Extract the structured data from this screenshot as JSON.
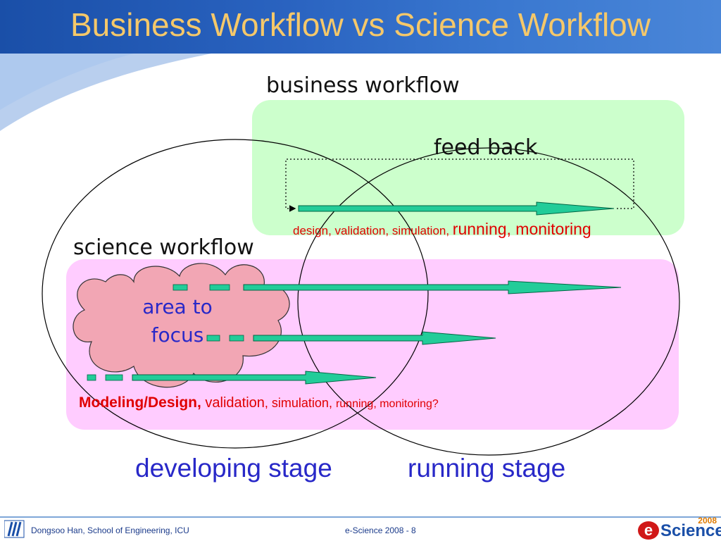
{
  "slide": {
    "title": "Business Workflow vs Science Workflow"
  },
  "diagram": {
    "business_label": "business workflow",
    "feedback_label": "feed back",
    "business_line": {
      "part1": "design, validation, simulation, ",
      "part2": "running, monitoring"
    },
    "science_label": "science workflow",
    "focus_label": "area to focus",
    "science_line": {
      "part1": "Modeling/Design,",
      "part2": " validation",
      "part3": ", simulation, ",
      "part4": "running, monitoring?"
    },
    "developing_stage": "developing stage",
    "running_stage": "running stage"
  },
  "footer": {
    "author": "Dongsoo Han, School of Engineering, ICU",
    "page": "e-Science  2008 - 8",
    "brand_year": "2008",
    "brand_letter": "e",
    "brand_word": "Science"
  },
  "colors": {
    "title_bar": "#1a4fa8",
    "title_text": "#f5c86a",
    "business_box": "#ccffcc",
    "science_box": "#ffccff",
    "arrow": "#22cc99",
    "red_text": "#e00000",
    "blue_text": "#2828c8",
    "cloud": "#f2a6b4"
  }
}
